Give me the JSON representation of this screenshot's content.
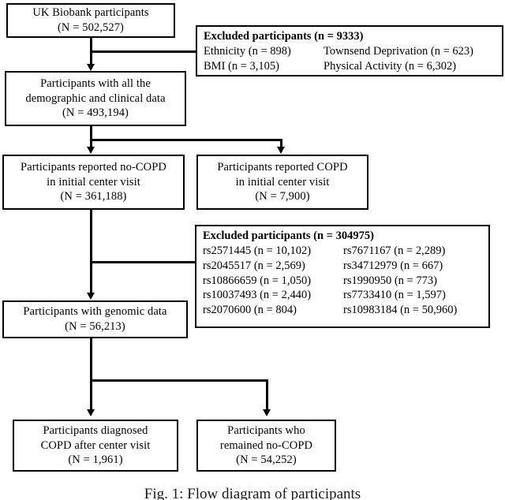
{
  "figure": {
    "caption": "Fig. 1: Flow diagram of participants"
  },
  "nodes": {
    "source": {
      "line1": "UK Biobank participants",
      "line2": "(N = 502,527)"
    },
    "complete_data": {
      "line1": "Participants with all the",
      "line2": "demographic and clinical data",
      "line3": "(N = 493,194)"
    },
    "no_copd_initial": {
      "line1": "Participants reported no-COPD",
      "line2": "in initial center visit",
      "line3": "(N = 361,188)"
    },
    "copd_initial": {
      "line1": "Participants reported COPD",
      "line2": "in initial center visit",
      "line3": "(N = 7,900)"
    },
    "genomic": {
      "line1": "Participants with genomic data",
      "line2": "(N = 56,213)"
    },
    "diagnosed_after": {
      "line1": "Participants diagnosed",
      "line2": "COPD after center visit",
      "line3": "(N = 1,961)"
    },
    "remained_no_copd": {
      "line1": "Participants who",
      "line2": "remained no-COPD",
      "line3": "(N = 54,252)"
    }
  },
  "exclusions": {
    "demographic": {
      "header": "Excluded participants (n = 9333)",
      "rows": [
        {
          "left": "Ethnicity (n = 898)",
          "right": "Townsend Deprivation (n = 623)"
        },
        {
          "left": "BMI (n = 3,105)",
          "right": "Physical Activity (n = 6,302)"
        }
      ]
    },
    "genotype": {
      "header": "Excluded participants (n = 304975)",
      "rows": [
        {
          "left": "rs2571445 (n = 10,102)",
          "right": "rs7671167 (n = 2,289)"
        },
        {
          "left": "rs2045517 (n = 2,569)",
          "right": "rs34712979 (n = 667)"
        },
        {
          "left": "rs10866659 (n = 1,050)",
          "right": "rs1990950 (n = 773)"
        },
        {
          "left": "rs10037493 (n = 2,440)",
          "right": "rs7733410 (n = 1,597)"
        },
        {
          "left": "rs2070600 (n = 804)",
          "right": "rs10983184 (n = 50,960)"
        }
      ]
    }
  }
}
